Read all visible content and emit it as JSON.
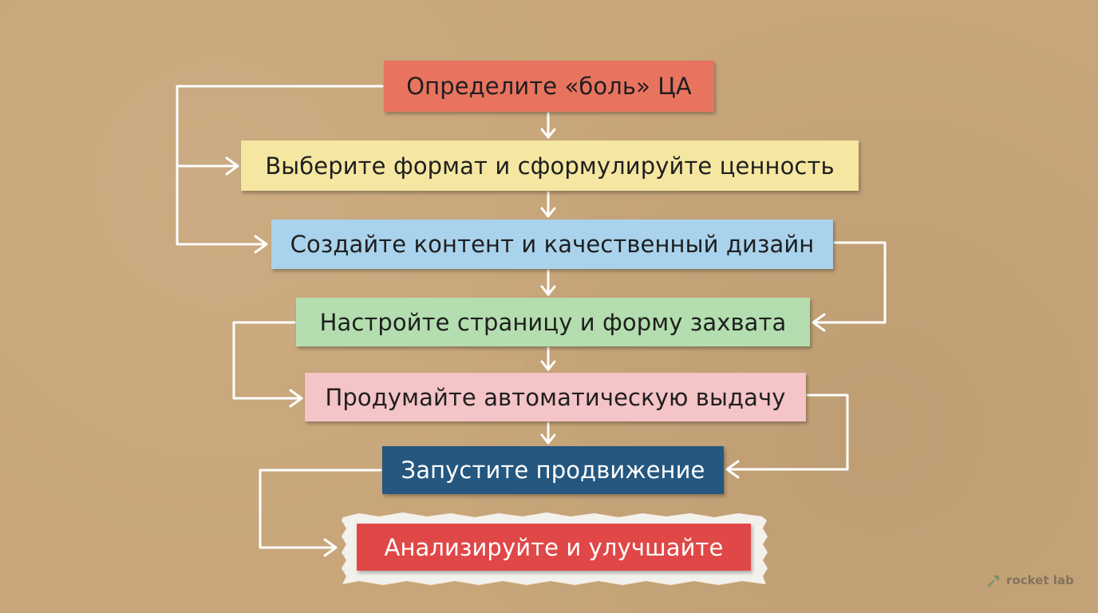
{
  "steps": [
    {
      "label": "Определите «боль» ЦА",
      "color": "#e8735f"
    },
    {
      "label": "Выберите формат и сформулируйте ценность",
      "color": "#f5e7a1"
    },
    {
      "label": "Создайте контент и качественный дизайн",
      "color": "#a9d3ec"
    },
    {
      "label": "Настройте страницу и форму захвата",
      "color": "#b4deaf"
    },
    {
      "label": "Продумайте автоматическую выдачу",
      "color": "#f4c4c7"
    },
    {
      "label": "Запустите продвижение",
      "color": "#25577f"
    },
    {
      "label": "Анализируйте и улучшайте",
      "color": "#e04848"
    }
  ],
  "brand": {
    "name": "rocket lab",
    "icon": "rocket-lab-logo-icon"
  },
  "colors": {
    "background": "#c8a67a",
    "connector": "#ffffff"
  }
}
